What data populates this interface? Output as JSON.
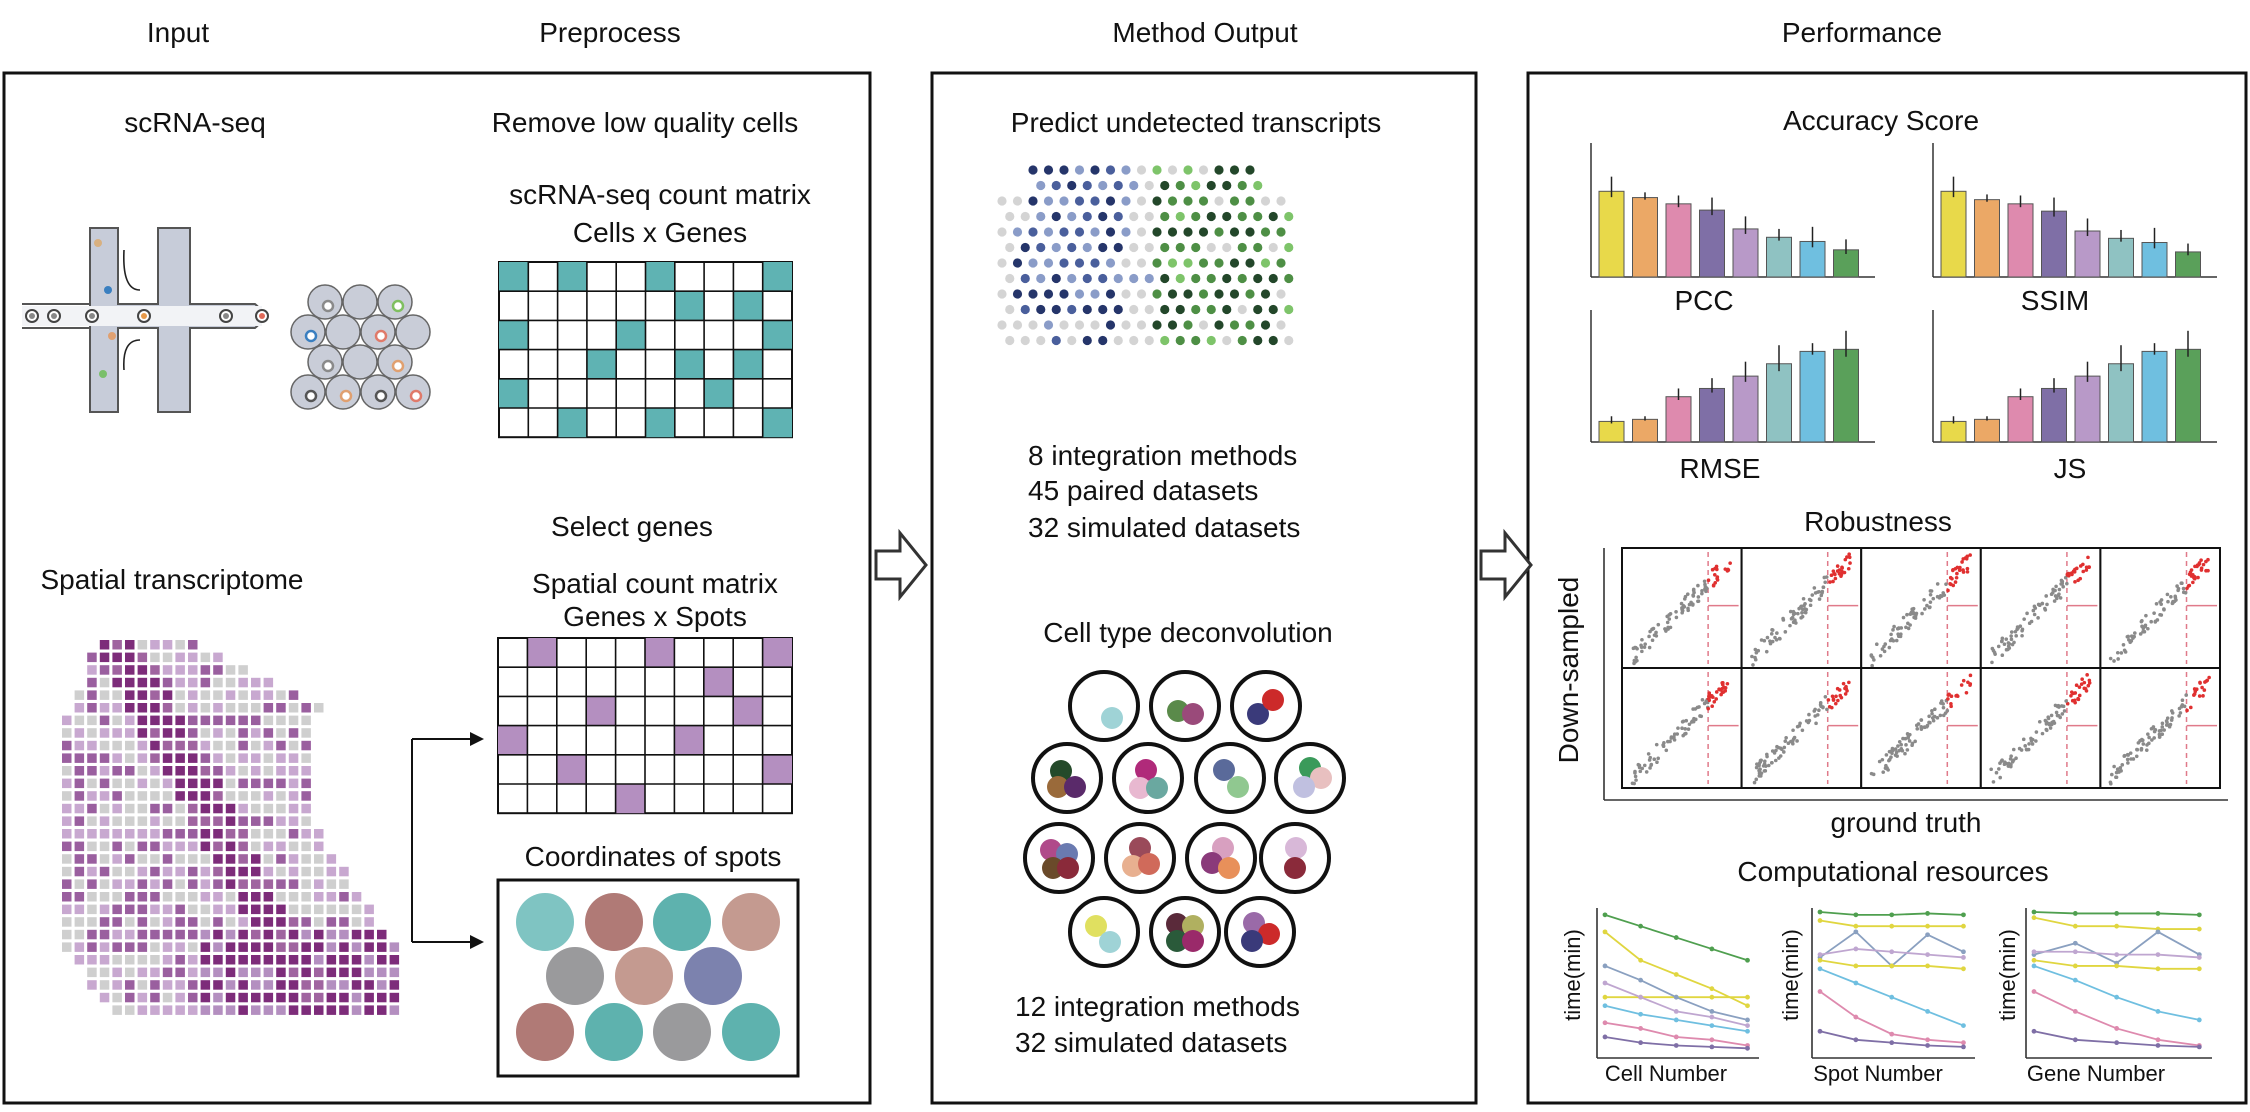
{
  "headers": {
    "input": "Input",
    "preprocess": "Preprocess",
    "method_output": "Method Output",
    "performance": "Performance"
  },
  "input_panel": {
    "scrna_label": "scRNA-seq",
    "spatial_label": "Spatial transcriptome"
  },
  "preprocess_panel": {
    "remove_low_quality": "Remove low quality cells",
    "scrna_matrix_line1": "scRNA-seq count matrix",
    "scrna_matrix_line2": "Cells x Genes",
    "select_genes": "Select genes",
    "spatial_matrix_line1": "Spatial count matrix",
    "spatial_matrix_line2": "Genes x Spots",
    "coordinates": "Coordinates of spots"
  },
  "method_panel": {
    "predict_title": "Predict undetected transcripts",
    "predict_lines": [
      "8 integration methods",
      "45 paired datasets",
      "32 simulated datasets"
    ],
    "deconv_title": "Cell type deconvolution",
    "deconv_lines": [
      "12 integration methods",
      "32 simulated datasets"
    ]
  },
  "performance_panel": {
    "accuracy_title": "Accuracy Score",
    "metrics": [
      "PCC",
      "SSIM",
      "RMSE",
      "JS"
    ],
    "robustness_title": "Robustness",
    "robustness_ylabel": "Down-sampled",
    "robustness_xlabel": "ground truth",
    "resources_title": "Computational resources",
    "resources_ylabel": "time(min)",
    "resources_xlabels": [
      "Cell Number",
      "Spot Number",
      "Gene Number"
    ]
  },
  "colors": {
    "method_palette": [
      "#e8d94a",
      "#eba866",
      "#de8aae",
      "#7f6fa6",
      "#b899c8",
      "#8fc2c2",
      "#6fbfe0",
      "#5aa05a"
    ],
    "teal": "#5fb3b3",
    "purple_light": "#b48fc0",
    "purple_dark": "#7d2c7a",
    "red_points": "#e03030",
    "gray_points": "#8a8a8a",
    "navy": "#25356a",
    "green_dark": "#23472a",
    "green_light": "#7ec46a"
  },
  "chart_data": [
    {
      "type": "bar",
      "xlabel": "PCC",
      "values": [
        0.82,
        0.76,
        0.7,
        0.64,
        0.46,
        0.38,
        0.34,
        0.26
      ],
      "errors": [
        0.14,
        0.05,
        0.08,
        0.12,
        0.12,
        0.08,
        0.14,
        0.1
      ]
    },
    {
      "type": "bar",
      "xlabel": "SSIM",
      "values": [
        0.82,
        0.74,
        0.7,
        0.63,
        0.44,
        0.37,
        0.33,
        0.24
      ],
      "errors": [
        0.14,
        0.05,
        0.08,
        0.13,
        0.12,
        0.08,
        0.14,
        0.08
      ]
    },
    {
      "type": "bar",
      "xlabel": "RMSE",
      "values": [
        0.2,
        0.22,
        0.44,
        0.52,
        0.64,
        0.76,
        0.88,
        0.9
      ],
      "errors": [
        0.05,
        0.03,
        0.08,
        0.1,
        0.14,
        0.18,
        0.08,
        0.18
      ]
    },
    {
      "type": "bar",
      "xlabel": "JS",
      "values": [
        0.2,
        0.22,
        0.44,
        0.52,
        0.64,
        0.76,
        0.88,
        0.9
      ],
      "errors": [
        0.05,
        0.03,
        0.08,
        0.1,
        0.14,
        0.18,
        0.08,
        0.18
      ]
    },
    {
      "type": "line",
      "xlabel": "Cell Number",
      "ylabel": "time(min)",
      "series": [
        {
          "color": "#4f9f4f",
          "values": [
            0.98,
            0.9,
            0.82,
            0.74,
            0.66
          ]
        },
        {
          "color": "#e0d640",
          "values": [
            0.86,
            0.66,
            0.56,
            0.46,
            0.34
          ]
        },
        {
          "color": "#e0d640",
          "values": [
            0.4,
            0.4,
            0.4,
            0.4,
            0.4
          ]
        },
        {
          "color": "#8aa0c0",
          "values": [
            0.62,
            0.52,
            0.4,
            0.3,
            0.24
          ]
        },
        {
          "color": "#bfa6d0",
          "values": [
            0.5,
            0.4,
            0.3,
            0.26,
            0.2
          ]
        },
        {
          "color": "#6fbfe0",
          "values": [
            0.34,
            0.28,
            0.24,
            0.2,
            0.16
          ]
        },
        {
          "color": "#de8aae",
          "values": [
            0.22,
            0.18,
            0.12,
            0.1,
            0.06
          ]
        },
        {
          "color": "#7f6fa6",
          "values": [
            0.12,
            0.08,
            0.06,
            0.05,
            0.04
          ]
        }
      ]
    },
    {
      "type": "line",
      "xlabel": "Spot Number",
      "ylabel": "time(min)",
      "series": [
        {
          "color": "#4f9f4f",
          "values": [
            1.0,
            0.98,
            0.98,
            0.99,
            0.98
          ]
        },
        {
          "color": "#e0d640",
          "values": [
            0.94,
            0.9,
            0.9,
            0.9,
            0.9
          ]
        },
        {
          "color": "#8aa0c0",
          "values": [
            0.68,
            0.86,
            0.62,
            0.84,
            0.72
          ]
        },
        {
          "color": "#e0d640",
          "values": [
            0.66,
            0.62,
            0.62,
            0.62,
            0.6
          ]
        },
        {
          "color": "#bfa6d0",
          "values": [
            0.7,
            0.74,
            0.72,
            0.7,
            0.68
          ]
        },
        {
          "color": "#6fbfe0",
          "values": [
            0.6,
            0.5,
            0.4,
            0.3,
            0.2
          ]
        },
        {
          "color": "#de8aae",
          "values": [
            0.44,
            0.26,
            0.14,
            0.1,
            0.08
          ]
        },
        {
          "color": "#7f6fa6",
          "values": [
            0.16,
            0.1,
            0.08,
            0.06,
            0.05
          ]
        }
      ]
    },
    {
      "type": "line",
      "xlabel": "Gene Number",
      "ylabel": "time(min)",
      "series": [
        {
          "color": "#4f9f4f",
          "values": [
            1.0,
            0.99,
            0.99,
            0.99,
            0.98
          ]
        },
        {
          "color": "#e0d640",
          "values": [
            0.96,
            0.9,
            0.9,
            0.88,
            0.88
          ]
        },
        {
          "color": "#8aa0c0",
          "values": [
            0.7,
            0.78,
            0.64,
            0.86,
            0.7
          ]
        },
        {
          "color": "#e0d640",
          "values": [
            0.66,
            0.62,
            0.62,
            0.6,
            0.6
          ]
        },
        {
          "color": "#bfa6d0",
          "values": [
            0.72,
            0.72,
            0.7,
            0.7,
            0.68
          ]
        },
        {
          "color": "#6fbfe0",
          "values": [
            0.62,
            0.52,
            0.4,
            0.3,
            0.24
          ]
        },
        {
          "color": "#de8aae",
          "values": [
            0.44,
            0.3,
            0.18,
            0.1,
            0.06
          ]
        },
        {
          "color": "#7f6fa6",
          "values": [
            0.16,
            0.1,
            0.08,
            0.06,
            0.05
          ]
        }
      ]
    }
  ]
}
